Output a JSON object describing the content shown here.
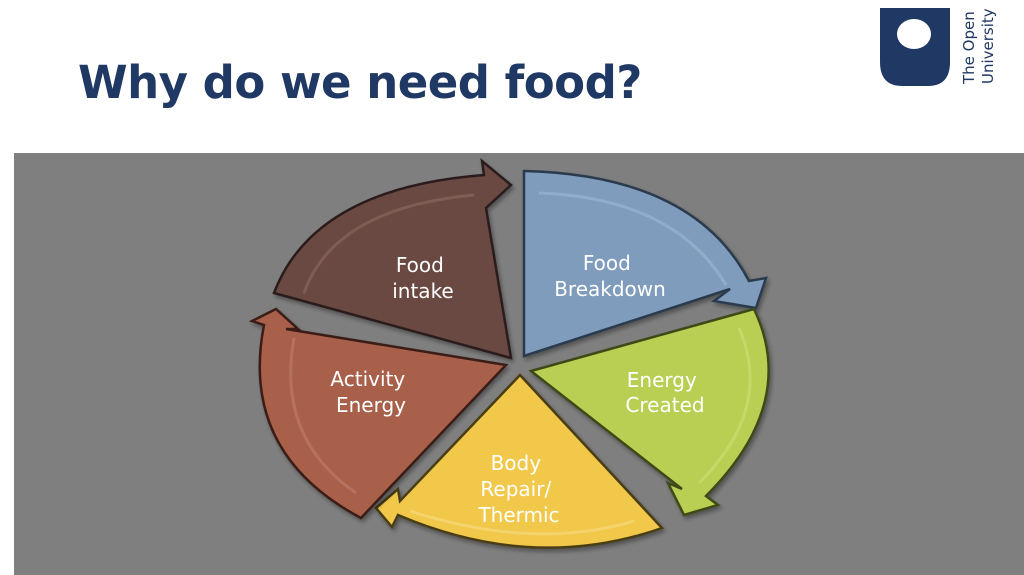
{
  "slide": {
    "title": "Why do we need food?"
  },
  "logo": {
    "line1": "The Open",
    "line2": "University",
    "color": "#1f3864"
  },
  "diagram": {
    "type": "cycle",
    "segments": [
      {
        "id": "food-intake",
        "line1": "Food",
        "line2": "intake",
        "color": "#6b4a43"
      },
      {
        "id": "food-breakdown",
        "line1": "Food",
        "line2": "Breakdown",
        "color": "#7f9cbd"
      },
      {
        "id": "energy-created",
        "line1": "Energy",
        "line2": "Created",
        "color": "#b9cf52"
      },
      {
        "id": "body-repair",
        "line1": "Body",
        "line2": "Repair/",
        "line3": "Thermic",
        "color": "#f1c84a"
      },
      {
        "id": "activity-energy",
        "line1": "Activity",
        "line2": "Energy",
        "color": "#a8604c"
      }
    ]
  }
}
